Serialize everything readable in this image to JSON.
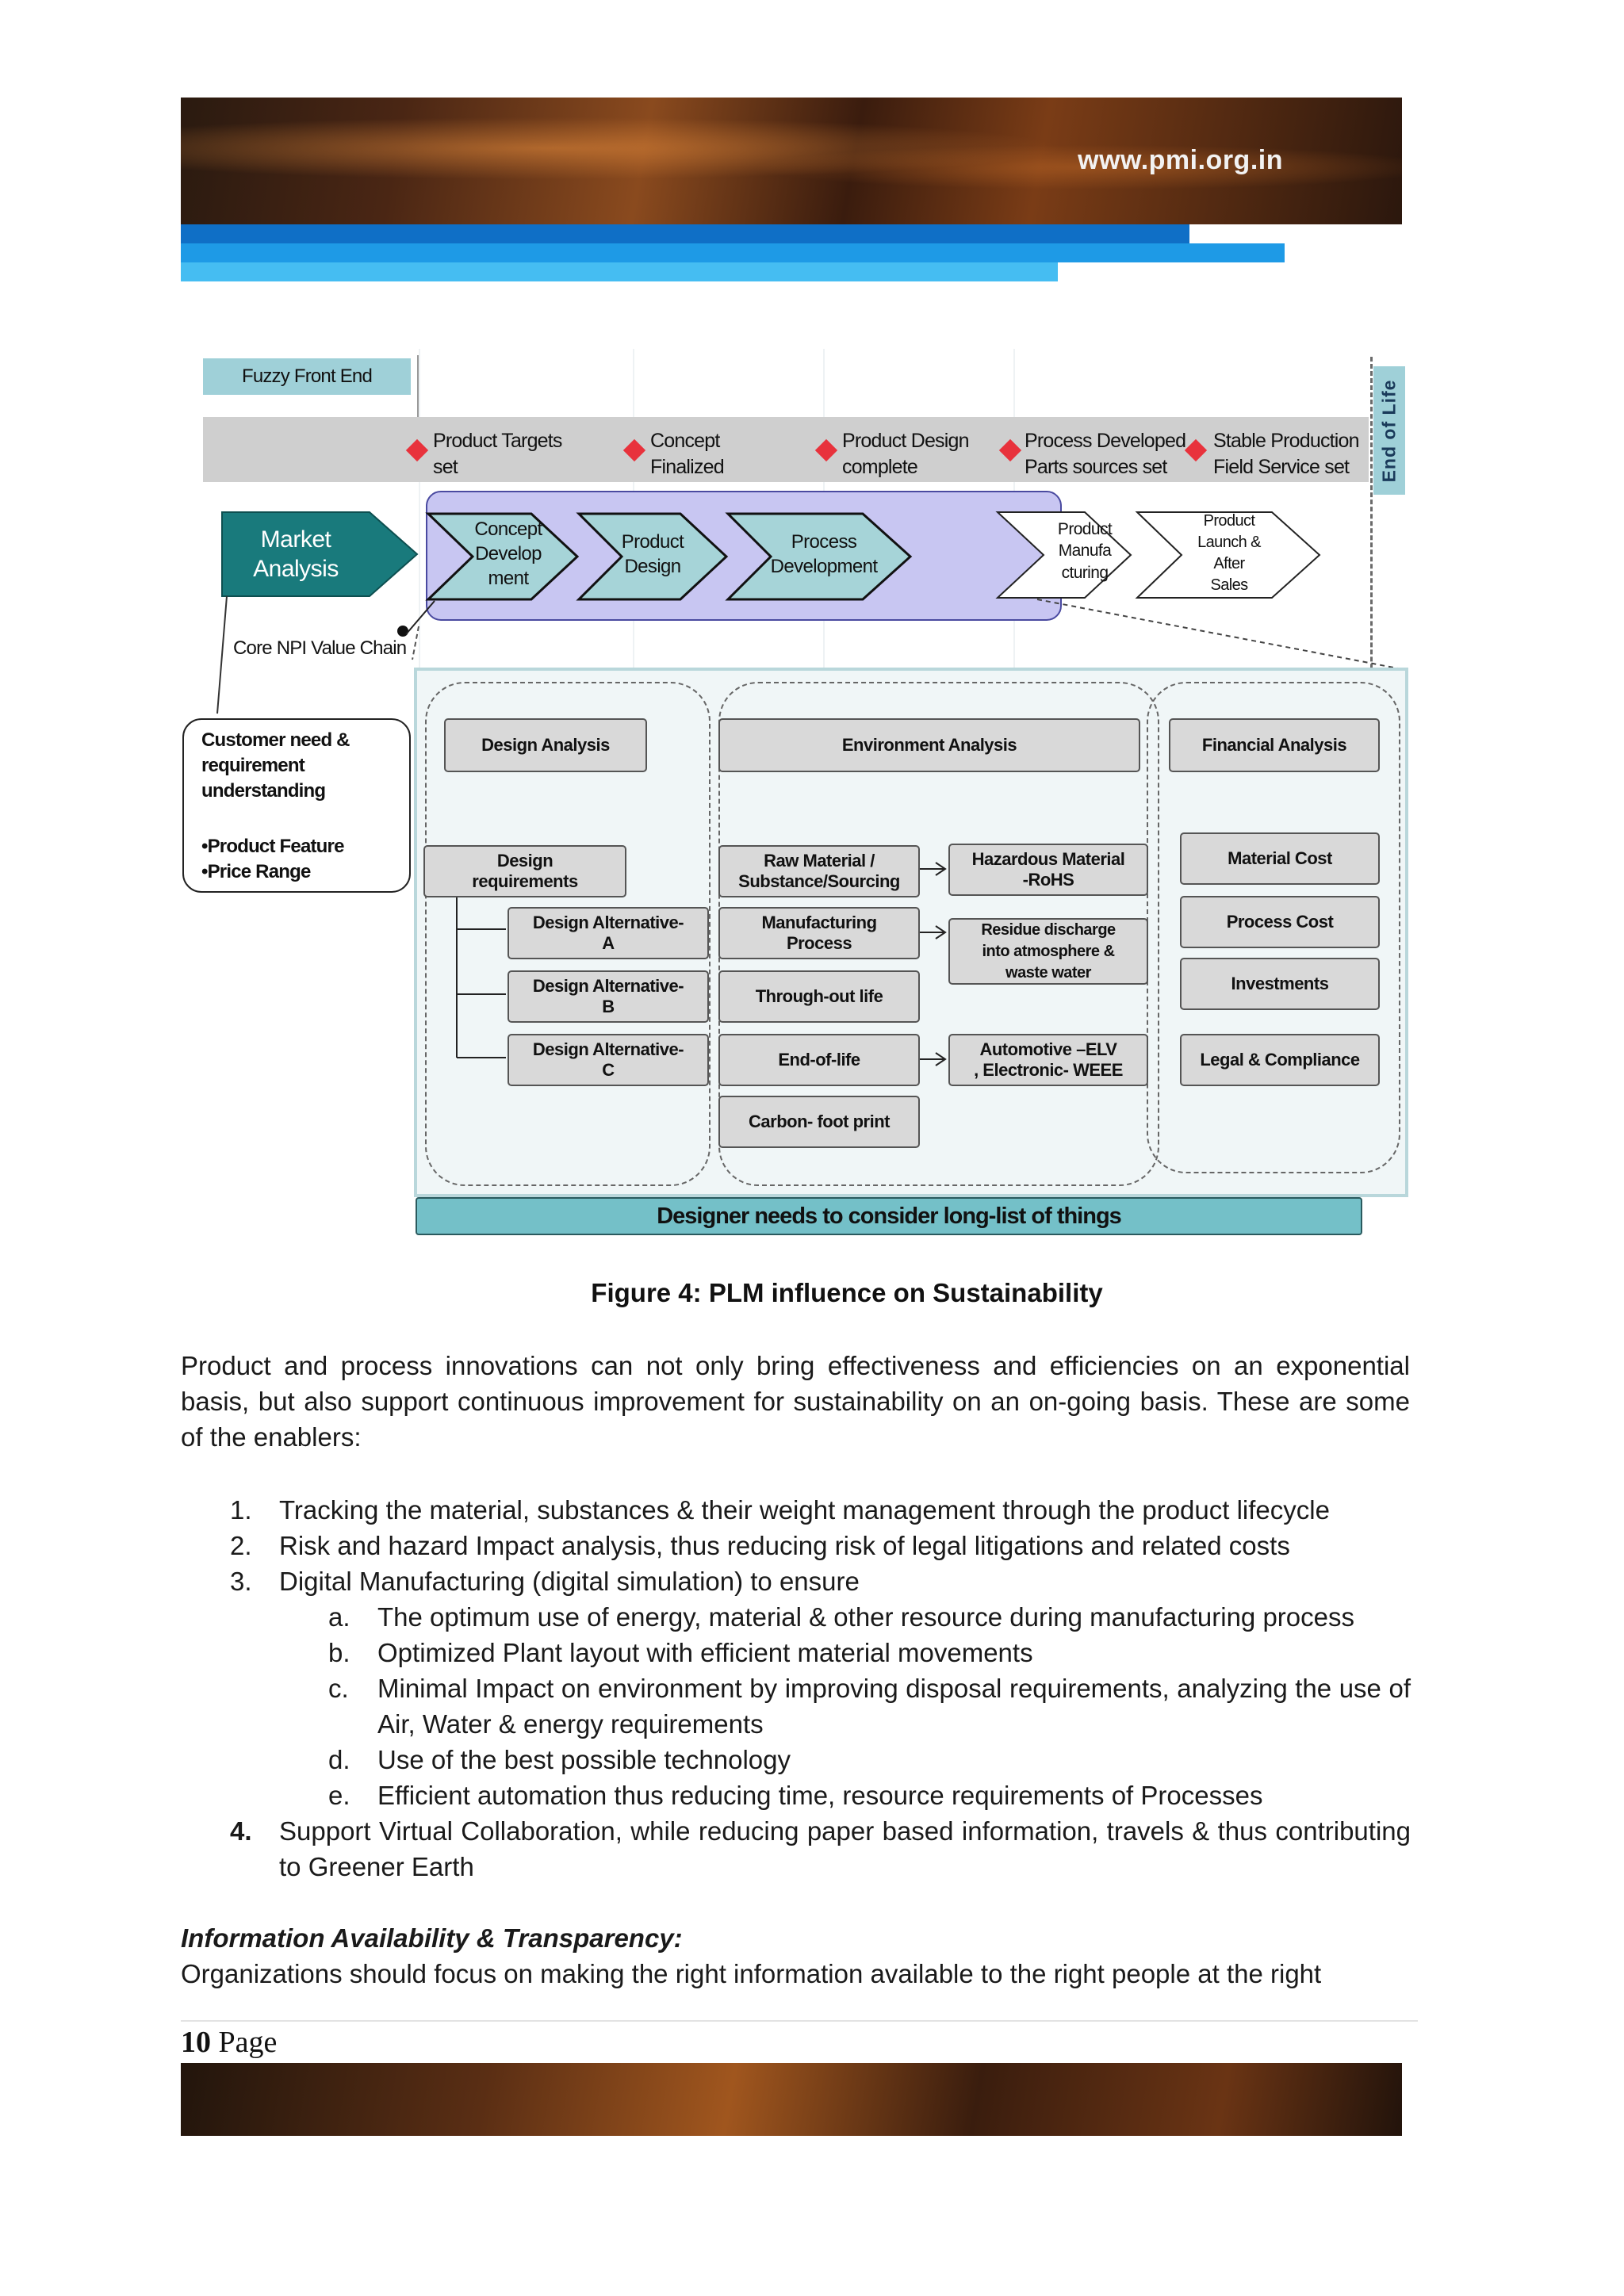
{
  "header": {
    "url": "www.pmi.org.in"
  },
  "figure": {
    "fuzzy_front_end": "Fuzzy Front End",
    "end_of_life": "End of Life",
    "milestones": [
      {
        "line1": "Product Targets",
        "line2": "set"
      },
      {
        "line1": "Concept",
        "line2": "Finalized"
      },
      {
        "line1": "Product Design",
        "line2": "complete"
      },
      {
        "line1": "Process Developed",
        "line2": "Parts sources set"
      },
      {
        "line1": "Stable Production",
        "line2": "Field Service set"
      }
    ],
    "market_analysis": {
      "line1": "Market",
      "line2": "Analysis"
    },
    "chevrons": [
      {
        "lines": [
          "Concept",
          "Develop",
          "ment"
        ]
      },
      {
        "lines": [
          "Product",
          "Design"
        ]
      },
      {
        "lines": [
          "Process",
          "Development"
        ]
      },
      {
        "lines": [
          "Product",
          "Manufa",
          "cturing"
        ]
      },
      {
        "lines": [
          "Product",
          "Launch &",
          "After",
          "Sales"
        ]
      }
    ],
    "core_npi": "Core NPI Value Chain",
    "customer_need": {
      "lines": [
        "Customer need &",
        "requirement",
        "understanding"
      ],
      "bullets": [
        "•Product  Feature",
        "•Price Range"
      ]
    },
    "design": {
      "header": "Design Analysis",
      "requirements": {
        "line1": "Design",
        "line2": "requirements"
      },
      "alternatives": [
        {
          "line1": "Design Alternative-",
          "line2": "A"
        },
        {
          "line1": "Design Alternative-",
          "line2": "B"
        },
        {
          "line1": "Design Alternative-",
          "line2": "C"
        }
      ]
    },
    "environment": {
      "header": "Environment Analysis",
      "left": [
        {
          "line1": "Raw Material /",
          "line2": "Substance/Sourcing"
        },
        {
          "line1": "Manufacturing",
          "line2": "Process"
        },
        {
          "line1": "Through-out life",
          "line2": ""
        },
        {
          "line1": "End-of-life",
          "line2": ""
        },
        {
          "line1": "Carbon- foot print",
          "line2": ""
        }
      ],
      "right": [
        {
          "lines": [
            "Hazardous Material",
            "-RoHS"
          ]
        },
        {
          "lines": [
            "Residue discharge",
            "into atmosphere &",
            "waste water"
          ]
        },
        {
          "lines": [
            "Automotive –ELV",
            ", Electronic- WEEE"
          ]
        }
      ]
    },
    "financial": {
      "header": "Financial Analysis",
      "items": [
        "Material Cost",
        "Process Cost",
        "Investments",
        "Legal & Compliance"
      ]
    },
    "banner": "Designer needs to consider long-list  of things",
    "caption": "Figure 4: PLM influence on Sustainability"
  },
  "body": {
    "intro": "Product and process innovations can not only bring effectiveness and efficiencies on an exponential basis, but also support continuous improvement for sustainability on an on-going basis. These are some of the enablers:",
    "list": [
      {
        "num": "1.",
        "text": "Tracking the material, substances & their weight management through the product lifecycle"
      },
      {
        "num": "2.",
        "text": "Risk and hazard Impact analysis, thus reducing risk of legal litigations and related costs"
      },
      {
        "num": "3.",
        "text": "Digital Manufacturing (digital simulation) to ensure"
      }
    ],
    "sublist": [
      {
        "num": "a.",
        "text": "The optimum use of energy, material & other resource during manufacturing process"
      },
      {
        "num": "b.",
        "text": "Optimized Plant layout with efficient material movements"
      },
      {
        "num": "c.",
        "text": "Minimal Impact on environment by improving disposal requirements, analyzing the use of Air, Water & energy requirements"
      },
      {
        "num": "d.",
        "text": "Use of  the best possible technology"
      },
      {
        "num": "e.",
        "text": "Efficient automation thus reducing time, resource requirements of Processes"
      }
    ],
    "item4": {
      "num": "4.",
      "text": "Support Virtual Collaboration, while reducing paper based information, travels & thus contributing to Greener Earth"
    },
    "heading": "Information Availability & Transparency:",
    "last_line": "Organizations should focus on making the right information available to the right people at the right"
  },
  "footer": {
    "page_num": "10",
    "page_word": "Page"
  }
}
